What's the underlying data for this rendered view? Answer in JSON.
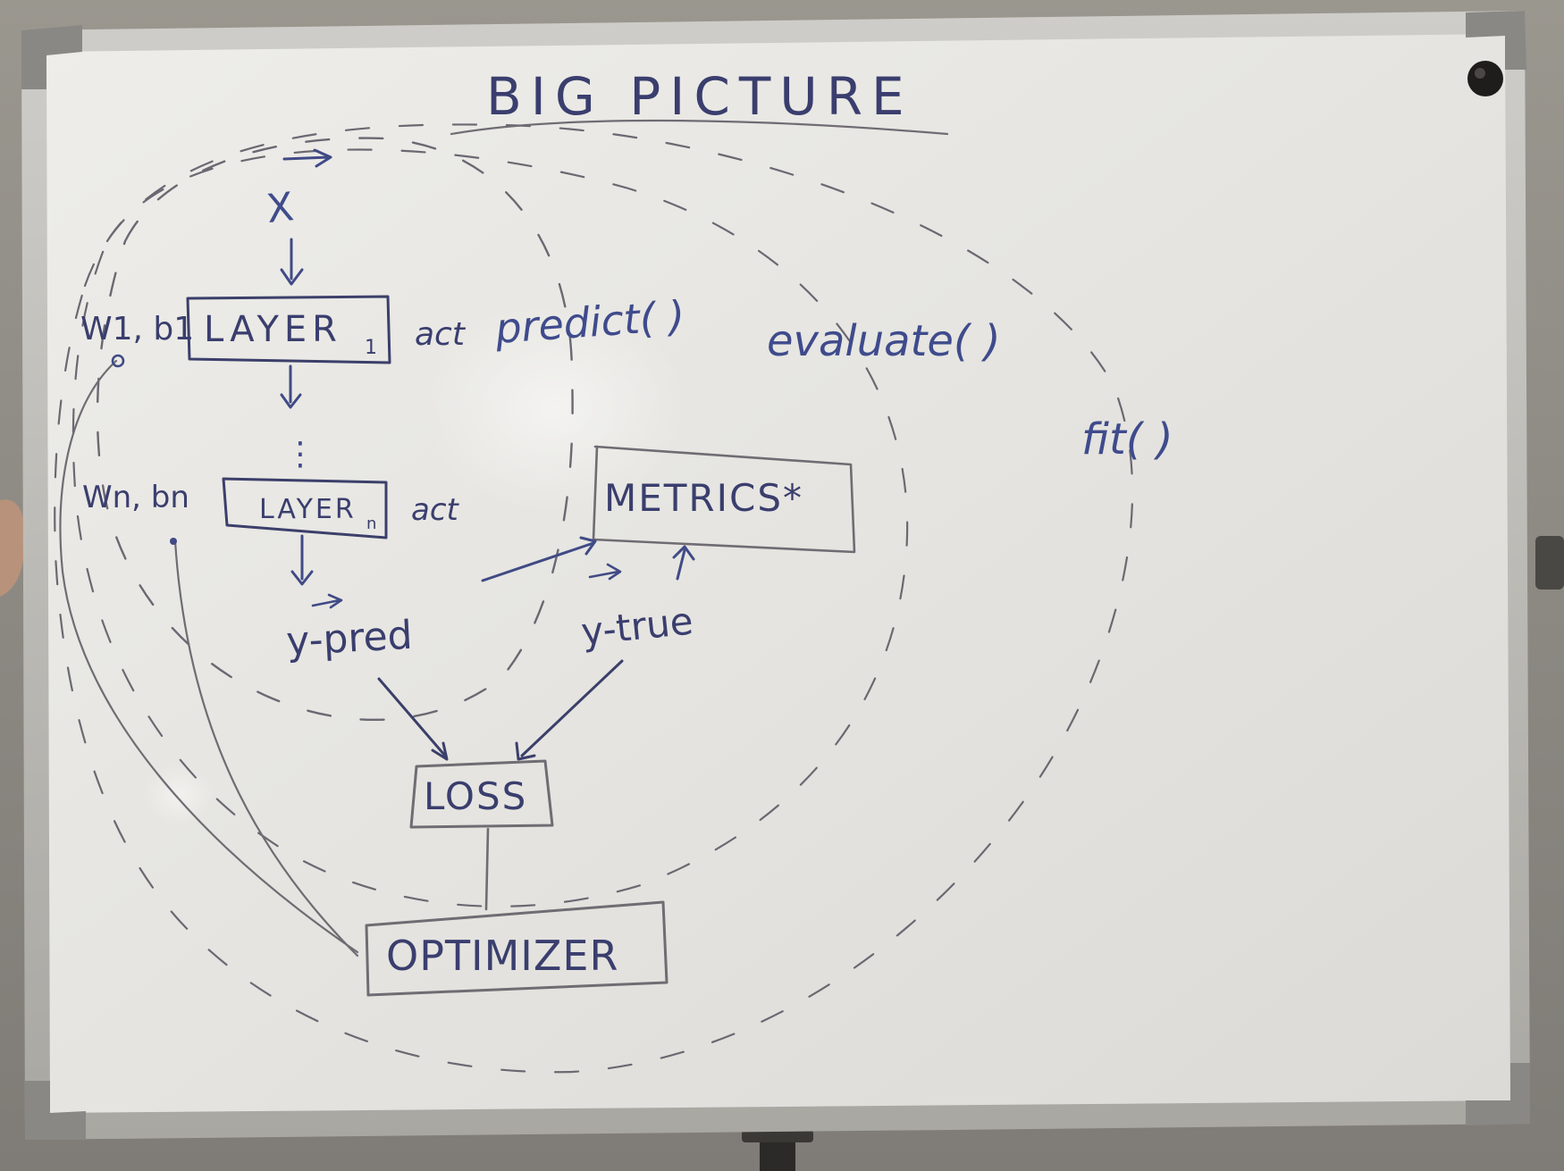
{
  "whiteboard": {
    "title": "BIG PICTURE",
    "scopes": {
      "predict": "predict( )",
      "evaluate": "evaluate( )",
      "fit": "fit( )"
    },
    "nodes": {
      "input": "X",
      "layer_first": "LAYER",
      "layer_first_sub": "1",
      "layer_first_params": "W1, b1",
      "layer_first_activation": "act",
      "ellipsis": "⋮",
      "layer_last": "LAYER",
      "layer_last_sub": "n",
      "layer_last_params": "Wn, bn",
      "layer_last_activation": "act",
      "y_pred": "y-pred",
      "y_true": "y-true",
      "metrics": "METRICS*",
      "loss": "LOSS",
      "optimizer": "OPTIMIZER"
    },
    "colors": {
      "board": "#e9e7e2",
      "frame": "#b8b6b1",
      "ink_blue": "#404a86",
      "ink_grey": "#6f6c73"
    }
  }
}
